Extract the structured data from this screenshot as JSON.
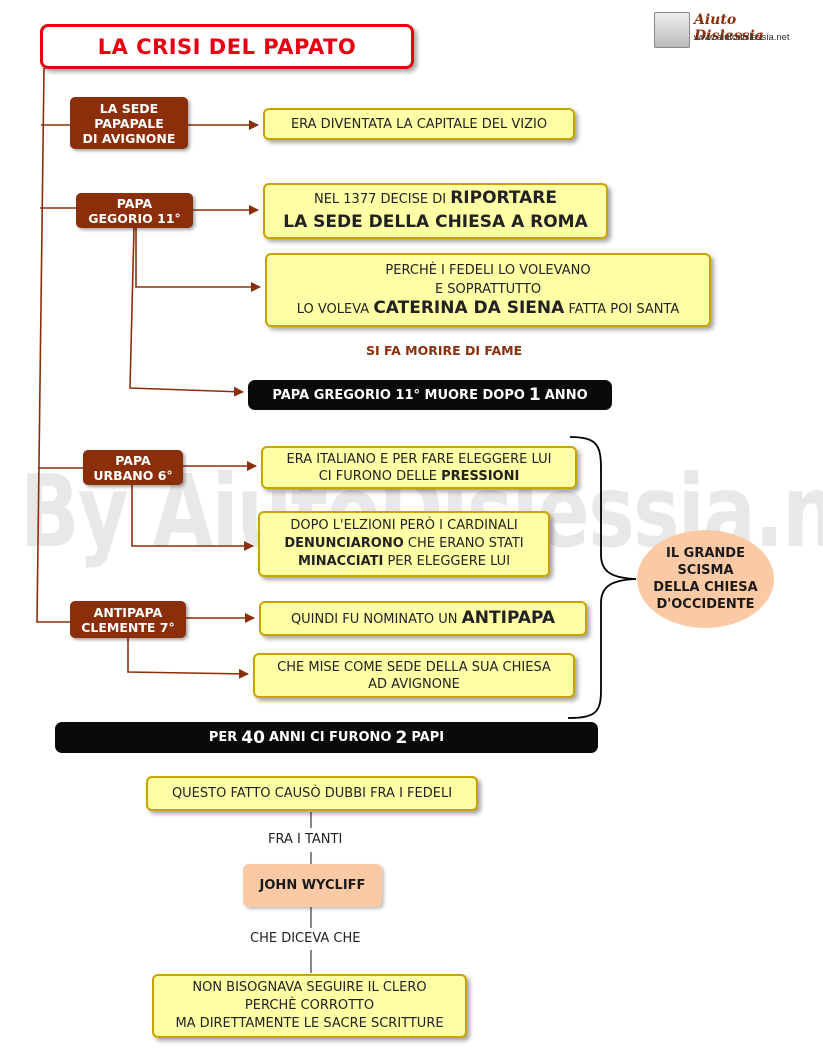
{
  "logo": {
    "name": "Aiuto Dislessia",
    "url": "www.aiutodislessia.net"
  },
  "watermark": "By AiutoDislessia.net",
  "title": "LA CRISI DEL PAPATO",
  "sede": {
    "label_1": "LA SEDE",
    "label_2": "PAPAPALE",
    "label_3": "DI AVIGNONE",
    "desc": "ERA DIVENTATA LA CAPITALE DEL VIZIO"
  },
  "gregorio": {
    "label_1": "PAPA",
    "label_2": "GEGORIO 11°",
    "box1_pre": "NEL 1377 DECISE DI ",
    "box1_bold1": "RIPORTARE",
    "box1_bold2": "LA SEDE DELLA CHIESA A ROMA",
    "box2_line1": "PERCHÈ I FEDELI LO VOLEVANO",
    "box2_line2": "E SOPRATTUTTO",
    "box2_pre": "LO VOLEVA ",
    "box2_bold": "CATERINA DA SIENA",
    "box2_post": " FATTA POI SANTA",
    "note": "SI FA MORIRE DI FAME",
    "death_pre": "PAPA GREGORIO 11° MUORE DOPO",
    "death_num": "1",
    "death_post": "ANNO"
  },
  "urbano": {
    "label_1": "PAPA",
    "label_2": "URBANO 6°",
    "box1_line1": "ERA ITALIANO E PER FARE ELEGGERE LUI",
    "box1_pre": "CI FURONO DELLE ",
    "box1_bold": "PRESSIONI",
    "box2_line1": "DOPO L'ELZIONI PERÒ I CARDINALI",
    "box2_bold1": "DENUNCIARONO",
    "box2_mid": " CHE ERANO STATI",
    "box2_bold2": "MINACCIATI",
    "box2_post": " PER ELEGGERE LUI"
  },
  "clemente": {
    "label_1": "ANTIPAPA",
    "label_2": "CLEMENTE 7°",
    "box1_pre": "QUINDI FU NOMINATO UN ",
    "box1_bold": "ANTIPAPA",
    "box2_line1": "CHE MISE COME SEDE DELLA SUA CHIESA",
    "box2_line2": "AD AVIGNONE"
  },
  "scisma": {
    "line1": "IL GRANDE",
    "line2": "SCISMA",
    "line3": "DELLA CHIESA",
    "line4": "D'OCCIDENTE"
  },
  "summary": {
    "pre": "PER",
    "num1": "40",
    "mid": "ANNI CI FURONO",
    "num2": "2",
    "post": "PAPI"
  },
  "consequence": {
    "box": "QUESTO FATTO CAUSÒ DUBBI FRA I FEDELI",
    "link1": "FRA I TANTI",
    "person": "JOHN WYCLIFF",
    "link2": "CHE DICEVA CHE",
    "final_line1": "NON BISOGNAVA SEGUIRE IL CLERO",
    "final_line2": "PERCHÈ CORROTTO",
    "final_line3": "MA DIRETTAMENTE LE SACRE SCRITTURE"
  }
}
